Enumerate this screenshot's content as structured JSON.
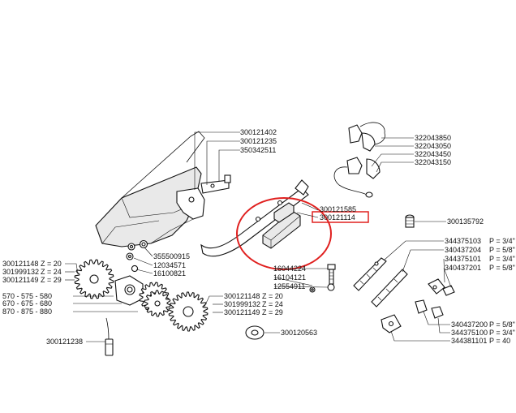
{
  "callouts": {
    "c300121402": "300121402",
    "c300121235": "300121235",
    "c350342511": "350342511",
    "c322043850": "322043850",
    "c322043050": "322043050",
    "c322043450": "322043450",
    "c322043150": "322043150",
    "c300121585": "300121585",
    "c300121114": "300121114",
    "c300135792": "300135792",
    "c355500915": "355500915",
    "c12034571": "12034571",
    "c16100821": "16100821",
    "c16044224": "16044224",
    "c16104121": "16104121",
    "c12554911": "12554911",
    "c300120563": "300120563",
    "c300121238": "300121238"
  },
  "sprocket_left": {
    "r1_code": "300121148",
    "r1_z": "Z = 20",
    "r2_code": "301999132",
    "r2_z": "Z = 24",
    "r3_code": "300121149",
    "r3_z": "Z = 29"
  },
  "sprocket_mid": {
    "r1_code": "300121148",
    "r1_z": "Z = 20",
    "r2_code": "301999132",
    "r2_z": "Z = 24",
    "r3_code": "300121149",
    "r3_z": "Z = 29"
  },
  "hub_models": {
    "r1": "570 - 575 - 580",
    "r2": "670 - 675 - 680",
    "r3": "870 - 875 - 880"
  },
  "chains_top": {
    "r1_code": "344375103",
    "r1_p": "P = 3/4\"",
    "r2_code": "340437204",
    "r2_p": "P = 5/8\"",
    "r3_code": "344375101",
    "r3_p": "P = 3/4\"",
    "r4_code": "340437201",
    "r4_p": "P = 5/8\""
  },
  "chains_bottom": {
    "r1_code": "340437200",
    "r1_p": "P = 5/8\"",
    "r2_code": "344375100",
    "r2_p": "P = 3/4\"",
    "r3_code": "344381101",
    "r3_p": "P = 40"
  },
  "highlight_color": "#e0201f"
}
